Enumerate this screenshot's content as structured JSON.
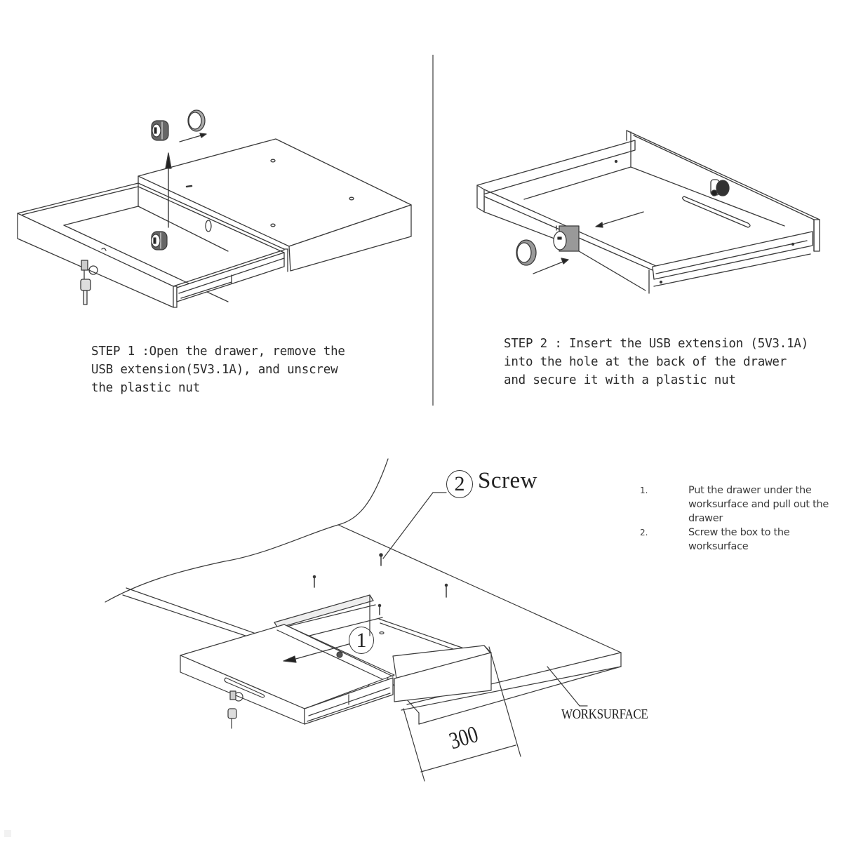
{
  "step1": {
    "label": "STEP 1",
    "text": "STEP 1 :Open the drawer, remove the\nUSB extension(5V3.1A), and unscrew\nthe plastic nut"
  },
  "step2": {
    "label": "STEP 2",
    "text": "STEP 2 : Insert the USB extension (5V3.1A)\ninto the hole at the back of the drawer\nand secure it with a plastic nut"
  },
  "step3": {
    "callouts": {
      "circle1": "1",
      "circle2": "2",
      "screw_label": "Screw",
      "worksurface_label": "WORKSURFACE",
      "dimension": "300"
    },
    "instructions": [
      {
        "num": "1.",
        "text": "Put the drawer under the worksurface and pull out the drawer"
      },
      {
        "num": "2.",
        "text": "Screw the box to the worksurface"
      }
    ]
  },
  "colors": {
    "line": "#3a3a3a",
    "text": "#2a2a2a",
    "divider": "#8a8a8a",
    "background": "#ffffff"
  }
}
